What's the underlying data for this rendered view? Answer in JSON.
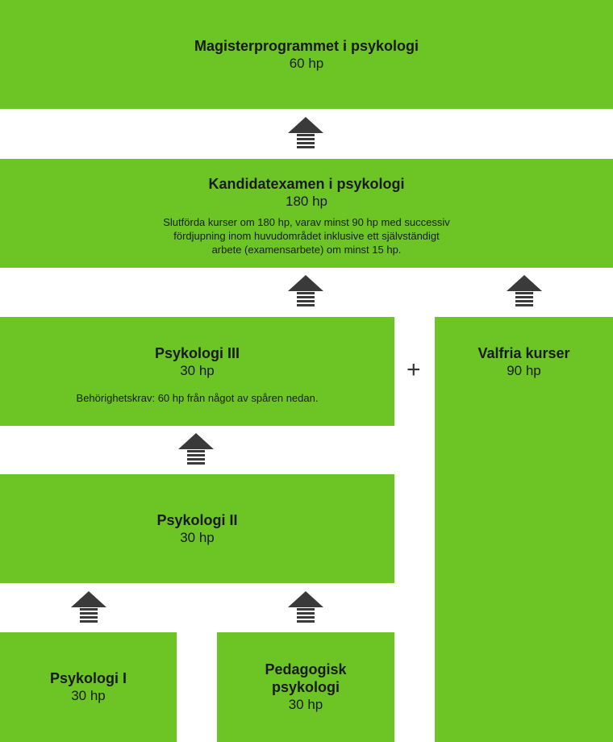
{
  "boxes": {
    "magister": {
      "title": "Magisterprogrammet i psykologi",
      "credits": "60 hp"
    },
    "kandidat": {
      "title": "Kandidatexamen i psykologi",
      "credits": "180 hp",
      "description_lines": [
        "Slutförda kurser om 180 hp, varav minst 90 hp med successiv",
        "fördjupning inom huvudområdet inklusive ett självständigt",
        "arbete (examensarbete) om minst 15 hp."
      ]
    },
    "psykologi3": {
      "title": "Psykologi III",
      "credits": "30 hp",
      "description": "Behörighetskrav: 60 hp från något av spåren nedan."
    },
    "valfria": {
      "title": "Valfria kurser",
      "credits": "90 hp"
    },
    "psykologi2": {
      "title": "Psykologi II",
      "credits": "30 hp"
    },
    "psykologi1": {
      "title": "Psykologi I",
      "credits": "30 hp"
    },
    "pedagogisk": {
      "title_lines": [
        "Pedagogisk",
        "psykologi"
      ],
      "credits": "30 hp"
    }
  },
  "plus_symbol": "+",
  "colors": {
    "box_fill": "#6cc524",
    "arrow_fill": "#3a3a3a",
    "background": "#ffffff"
  }
}
